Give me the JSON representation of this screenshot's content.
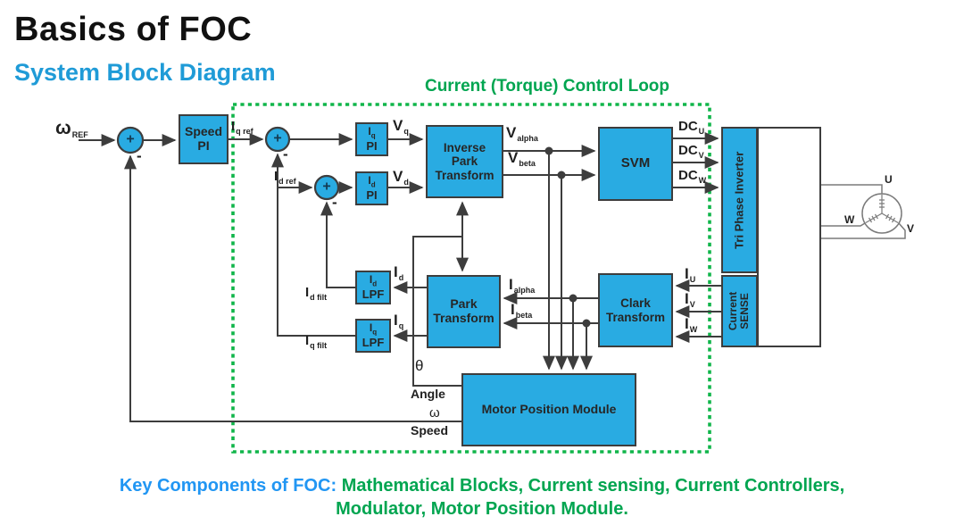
{
  "page": {
    "title": "Basics of FOC",
    "subtitle": "System Block Diagram",
    "loop_label": "Current (Torque) Control Loop"
  },
  "footer": {
    "lead": "Key Components of FOC:",
    "line1_green": "Mathematical Blocks, Current sensing, Current Controllers,",
    "line2_green": "Modulator, Motor Position Module."
  },
  "blocks": {
    "speed_pi": {
      "line1": "Speed",
      "line2": "PI"
    },
    "iq_pi": {
      "base": "I",
      "sub": "q",
      "line2": "PI"
    },
    "id_pi": {
      "base": "I",
      "sub": "d",
      "line2": "PI"
    },
    "inverse_park": {
      "line1": "Inverse",
      "line2": "Park",
      "line3": "Transform"
    },
    "svm": {
      "label": "SVM"
    },
    "clark": {
      "line1": "Clark",
      "line2": "Transform"
    },
    "park": {
      "line1": "Park",
      "line2": "Transform"
    },
    "id_lpf": {
      "base": "I",
      "sub": "d",
      "line2": "LPF"
    },
    "iq_lpf": {
      "base": "I",
      "sub": "q",
      "line2": "LPF"
    },
    "motor_position": {
      "label": "Motor Position Module"
    },
    "tri_phase_inverter": {
      "label": "Tri Phase Inverter"
    },
    "current_sense": {
      "line1": "Current",
      "line2": "SENSE"
    }
  },
  "signals": {
    "omega_ref": {
      "base": "ω",
      "sub": "REF"
    },
    "iq_ref": {
      "base": "I",
      "sub": "q ref"
    },
    "id_ref": {
      "base": "I",
      "sub": "d ref"
    },
    "vq": {
      "base": "V",
      "sub": "q"
    },
    "vd": {
      "base": "V",
      "sub": "d"
    },
    "v_alpha": {
      "base": "V",
      "sub": "alpha"
    },
    "v_beta": {
      "base": "V",
      "sub": "beta"
    },
    "dc_u": {
      "base": "DC",
      "sub": "U"
    },
    "dc_v": {
      "base": "DC",
      "sub": "V"
    },
    "dc_w": {
      "base": "DC",
      "sub": "W"
    },
    "i_u": {
      "base": "I",
      "sub": "U"
    },
    "i_v": {
      "base": "I",
      "sub": "V"
    },
    "i_w": {
      "base": "I",
      "sub": "W"
    },
    "i_alpha": {
      "base": "I",
      "sub": "alpha"
    },
    "i_beta": {
      "base": "I",
      "sub": "beta"
    },
    "i_d": {
      "base": "I",
      "sub": "d"
    },
    "i_q": {
      "base": "I",
      "sub": "q"
    },
    "id_filt": {
      "base": "I",
      "sub": "d filt"
    },
    "iq_filt": {
      "base": "I",
      "sub": "q filt"
    },
    "theta": "θ",
    "angle": "Angle",
    "omega": "ω",
    "speed": "Speed",
    "plus": "+",
    "minus": "-"
  },
  "motor": {
    "u": "U",
    "v": "V",
    "w": "W"
  },
  "colors": {
    "block_fill": "#29abe2",
    "wire": "#3d3d3d",
    "loop_border_green": "#10b54a",
    "loop_text_green": "#00a550",
    "subtitle_blue": "#1f9bd7",
    "footer_blue": "#2196f3"
  }
}
